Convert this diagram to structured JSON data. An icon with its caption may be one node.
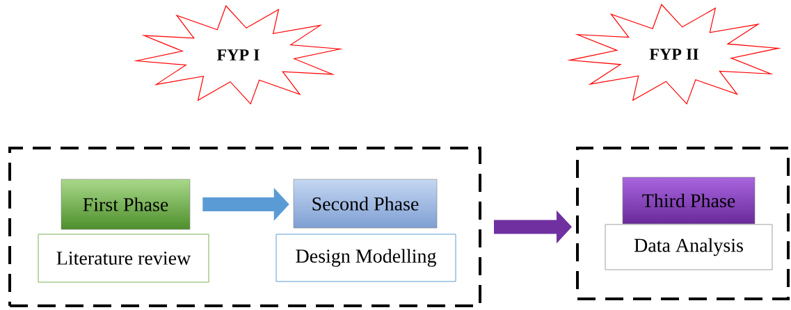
{
  "diagram": {
    "nodes": [
      {
        "text": [
          "FYP I"
        ]
      },
      {
        "text": [
          "FYP II"
        ]
      },
      {
        "text": [],
        "shape": "box"
      },
      {
        "text": [
          "First Phase"
        ],
        "in": 2
      },
      {
        "text": [
          "Literature review"
        ],
        "in": 2
      },
      {
        "text": [
          "Second Phase"
        ],
        "in": 2
      },
      {
        "text": [
          "Design Modelling"
        ],
        "in": 2
      },
      {
        "text": [],
        "shape": "box"
      },
      {
        "text": [
          "Third Phase"
        ],
        "in": 7
      },
      {
        "text": [
          "Data Analysis"
        ],
        "in": 7
      }
    ],
    "edges": [
      {
        "from": 3,
        "to": 5,
        "arrow": "to",
        "color": "#5b9bd5"
      },
      {
        "from": 2,
        "to": 7,
        "arrow": "to",
        "color": "#7030a0"
      }
    ]
  }
}
